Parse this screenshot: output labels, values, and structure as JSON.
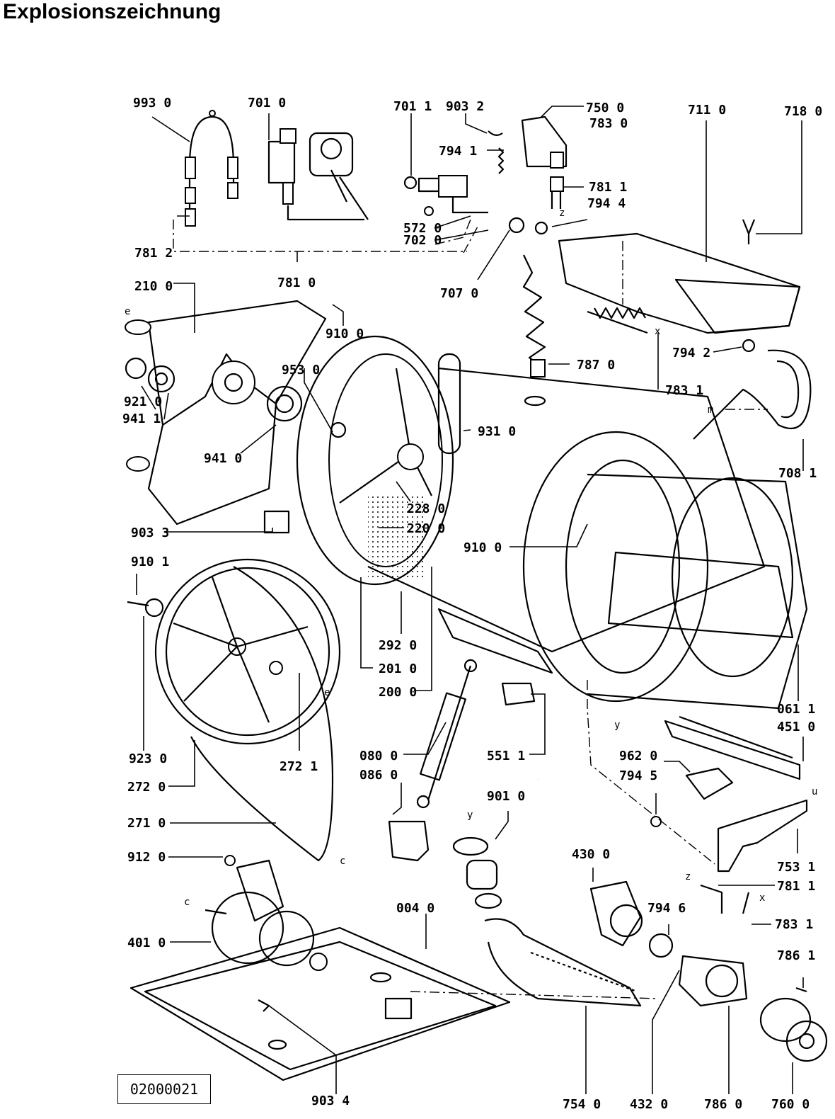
{
  "title": "Explosionszeichnung",
  "document_number": "02000021",
  "part_labels": [
    {
      "id": "p1",
      "text": "993  0"
    },
    {
      "id": "p2",
      "text": "701  0"
    },
    {
      "id": "p3",
      "text": "701  1"
    },
    {
      "id": "p4",
      "text": "903  2"
    },
    {
      "id": "p5",
      "text": "750  0"
    },
    {
      "id": "p6",
      "text": "783  0"
    },
    {
      "id": "p7",
      "text": "711  0"
    },
    {
      "id": "p8",
      "text": "718  0"
    },
    {
      "id": "p9",
      "text": "794  1"
    },
    {
      "id": "p10",
      "text": "781  1"
    },
    {
      "id": "p11",
      "text": "794  4"
    },
    {
      "id": "p12",
      "text": "572 0"
    },
    {
      "id": "p13",
      "text": "702 0"
    },
    {
      "id": "p14",
      "text": "781  2"
    },
    {
      "id": "p15",
      "text": "781  0"
    },
    {
      "id": "p16",
      "text": "707  0"
    },
    {
      "id": "p17",
      "text": "210  0"
    },
    {
      "id": "p18",
      "text": "910  0"
    },
    {
      "id": "p19",
      "text": "953 0"
    },
    {
      "id": "p20",
      "text": "787  0"
    },
    {
      "id": "p21",
      "text": "794  2"
    },
    {
      "id": "p22",
      "text": "783  1"
    },
    {
      "id": "p23",
      "text": "921 0"
    },
    {
      "id": "p24",
      "text": "941 1"
    },
    {
      "id": "p25",
      "text": "931  0"
    },
    {
      "id": "p26",
      "text": "941  0"
    },
    {
      "id": "p27",
      "text": "708  1"
    },
    {
      "id": "p28",
      "text": "228  0"
    },
    {
      "id": "p29",
      "text": "220  0"
    },
    {
      "id": "p30",
      "text": "903  3"
    },
    {
      "id": "p31",
      "text": "910  0"
    },
    {
      "id": "p32",
      "text": "910  1"
    },
    {
      "id": "p33",
      "text": "292  0"
    },
    {
      "id": "p34",
      "text": "201  0"
    },
    {
      "id": "p35",
      "text": "200  0"
    },
    {
      "id": "p36",
      "text": "061  1"
    },
    {
      "id": "p37",
      "text": "451  0"
    },
    {
      "id": "p38",
      "text": "923  0"
    },
    {
      "id": "p39",
      "text": "272  1"
    },
    {
      "id": "p40",
      "text": "080  0"
    },
    {
      "id": "p41",
      "text": "086  0"
    },
    {
      "id": "p42",
      "text": "551  1"
    },
    {
      "id": "p43",
      "text": "962  0"
    },
    {
      "id": "p44",
      "text": "794  5"
    },
    {
      "id": "p45",
      "text": "272  0"
    },
    {
      "id": "p46",
      "text": "901  0"
    },
    {
      "id": "p47",
      "text": "271  0"
    },
    {
      "id": "p48",
      "text": "753  1"
    },
    {
      "id": "p49",
      "text": "912  0"
    },
    {
      "id": "p50",
      "text": "430  0"
    },
    {
      "id": "p51",
      "text": "781  1"
    },
    {
      "id": "p52",
      "text": "004  0"
    },
    {
      "id": "p53",
      "text": "794  6"
    },
    {
      "id": "p54",
      "text": "783  1"
    },
    {
      "id": "p55",
      "text": "401  0"
    },
    {
      "id": "p56",
      "text": "786  1"
    },
    {
      "id": "p57",
      "text": "903  4"
    },
    {
      "id": "p58",
      "text": "754  0"
    },
    {
      "id": "p59",
      "text": "432  0"
    },
    {
      "id": "p60",
      "text": "786  0"
    },
    {
      "id": "p61",
      "text": "760  0"
    }
  ],
  "letter_marks": [
    {
      "id": "m1",
      "text": "e"
    },
    {
      "id": "m2",
      "text": "z"
    },
    {
      "id": "m3",
      "text": "x"
    },
    {
      "id": "m4",
      "text": "m"
    },
    {
      "id": "m5",
      "text": "y"
    },
    {
      "id": "m6",
      "text": "e"
    },
    {
      "id": "m7",
      "text": "c"
    },
    {
      "id": "m8",
      "text": "y"
    },
    {
      "id": "m9",
      "text": "u"
    },
    {
      "id": "m10",
      "text": "c"
    },
    {
      "id": "m11",
      "text": "z"
    },
    {
      "id": "m12",
      "text": "x"
    }
  ]
}
